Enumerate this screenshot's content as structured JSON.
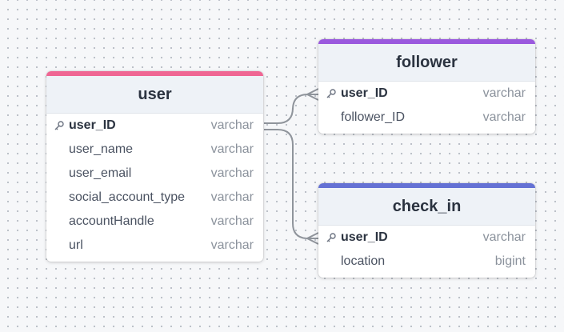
{
  "tables": [
    {
      "id": "user",
      "name": "user",
      "accent": "#ef6693",
      "fields": [
        {
          "name": "user_ID",
          "type": "varchar",
          "pk": true
        },
        {
          "name": "user_name",
          "type": "varchar",
          "pk": false
        },
        {
          "name": "user_email",
          "type": "varchar",
          "pk": false
        },
        {
          "name": "social_account_type",
          "type": "varchar",
          "pk": false
        },
        {
          "name": "accountHandle",
          "type": "varchar",
          "pk": false
        },
        {
          "name": "url",
          "type": "varchar",
          "pk": false
        }
      ]
    },
    {
      "id": "follower",
      "name": "follower",
      "accent": "#9a59de",
      "fields": [
        {
          "name": "user_ID",
          "type": "varchar",
          "pk": true
        },
        {
          "name": "follower_ID",
          "type": "varchar",
          "pk": false
        }
      ]
    },
    {
      "id": "check_in",
      "name": "check_in",
      "accent": "#6471d4",
      "fields": [
        {
          "name": "user_ID",
          "type": "varchar",
          "pk": true
        },
        {
          "name": "location",
          "type": "bigint",
          "pk": false
        }
      ]
    }
  ],
  "relations": [
    {
      "from": "user.user_ID",
      "to": "follower.user_ID",
      "cardinality": "one-to-many"
    },
    {
      "from": "user.user_ID",
      "to": "check_in.user_ID",
      "cardinality": "one-to-many"
    }
  ],
  "colors": {
    "connector": "#8f949b",
    "header_bg": "#eef2f7",
    "canvas_bg": "#f6f7f9"
  },
  "icons": {
    "primary_key": "key-icon"
  }
}
